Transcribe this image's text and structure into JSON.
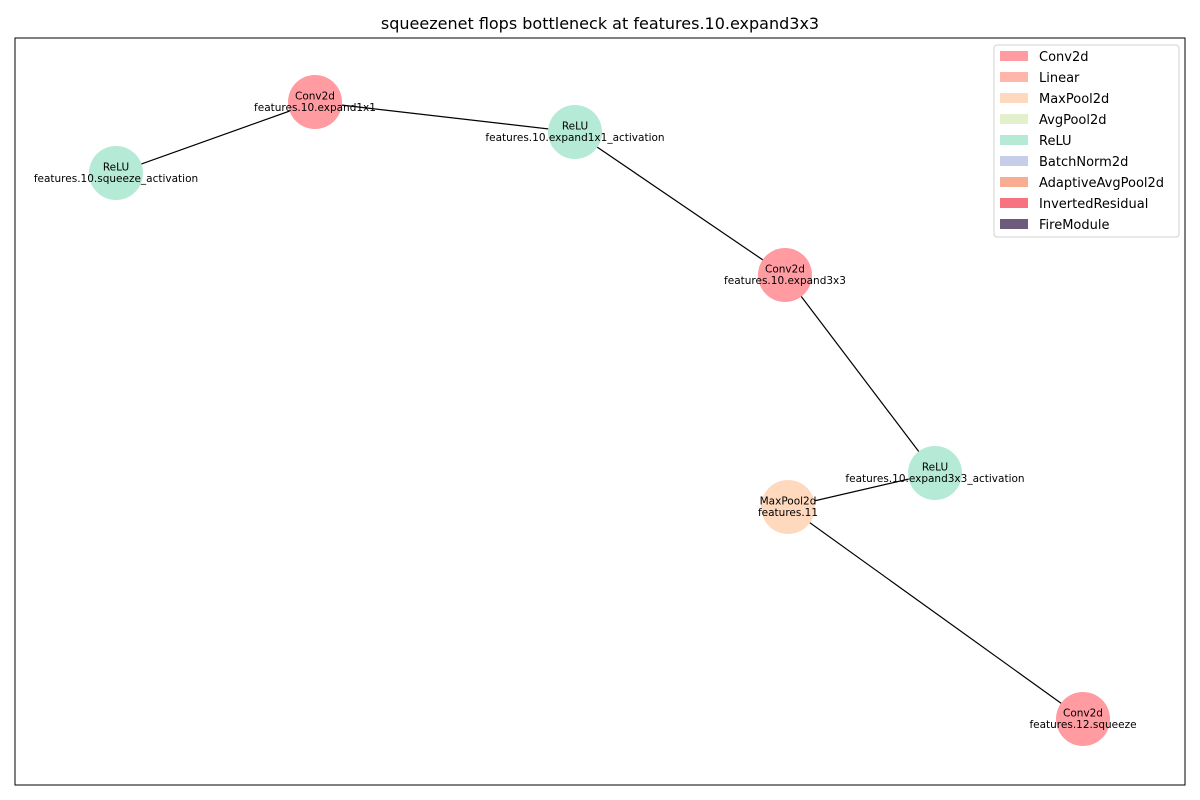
{
  "title": "squeezenet flops bottleneck at features.10.expand3x3",
  "legend": [
    {
      "label": "Conv2d",
      "color": "#ff9ba1"
    },
    {
      "label": "Linear",
      "color": "#ffb6aa"
    },
    {
      "label": "MaxPool2d",
      "color": "#ffd9be"
    },
    {
      "label": "AvgPool2d",
      "color": "#e2f0cb"
    },
    {
      "label": "ReLU",
      "color": "#b5ead7"
    },
    {
      "label": "BatchNorm2d",
      "color": "#c7ceea"
    },
    {
      "label": "AdaptiveAvgPool2d",
      "color": "#f8ad92"
    },
    {
      "label": "InvertedResidual",
      "color": "#f6737f"
    },
    {
      "label": "FireModule",
      "color": "#6c5b7b"
    }
  ],
  "nodes": [
    {
      "id": "n0",
      "type": "ReLU",
      "name": "features.10.squeeze_activation"
    },
    {
      "id": "n1",
      "type": "Conv2d",
      "name": "features.10.expand1x1"
    },
    {
      "id": "n2",
      "type": "ReLU",
      "name": "features.10.expand1x1_activation"
    },
    {
      "id": "n3",
      "type": "Conv2d",
      "name": "features.10.expand3x3"
    },
    {
      "id": "n4",
      "type": "ReLU",
      "name": "features.10.expand3x3_activation"
    },
    {
      "id": "n5",
      "type": "MaxPool2d",
      "name": "features.11"
    },
    {
      "id": "n6",
      "type": "Conv2d",
      "name": "features.12.squeeze"
    }
  ],
  "edges": [
    [
      "n0",
      "n1"
    ],
    [
      "n1",
      "n2"
    ],
    [
      "n2",
      "n3"
    ],
    [
      "n3",
      "n4"
    ],
    [
      "n4",
      "n5"
    ],
    [
      "n5",
      "n6"
    ]
  ]
}
